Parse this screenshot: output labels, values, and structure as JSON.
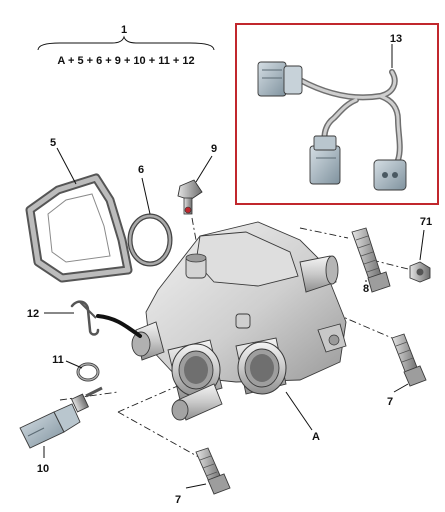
{
  "kit": {
    "number": "1",
    "contents": "A + 5 + 6 + 9 + 10 + 11 + 12"
  },
  "callouts": {
    "c5": "5",
    "c6": "6",
    "c9": "9",
    "c13": "13",
    "c71": "71",
    "c8": "8",
    "c12": "12",
    "c11": "11",
    "c7a": "7",
    "cA": "A",
    "c10": "10",
    "c7b": "7"
  },
  "colors": {
    "inset_border": "#c1272d",
    "metal_light": "#e9e9e9",
    "metal_mid": "#bdbdbd",
    "metal_dark": "#8a8a8a",
    "connector": "#9fb0bb"
  }
}
